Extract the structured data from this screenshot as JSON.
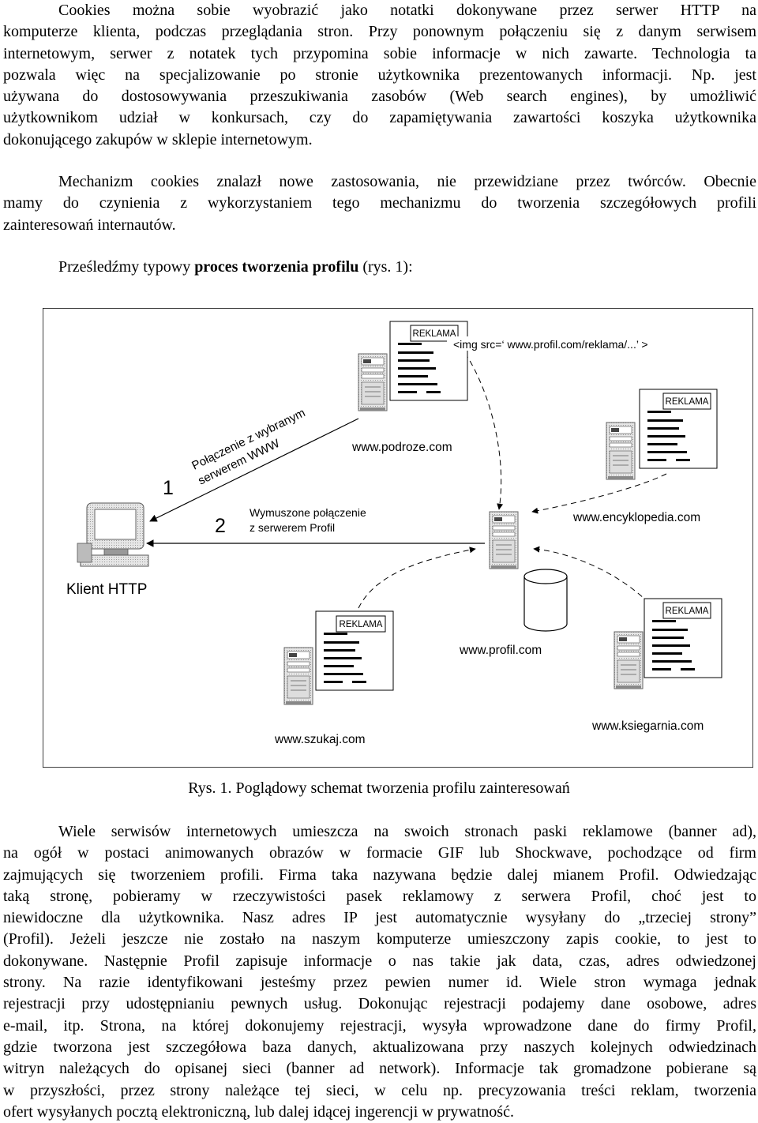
{
  "paragraph1": [
    "Cookies można sobie wyobrazić jako notatki dokonywane przez serwer HTTP na",
    "komputerze klienta, podczas przeglądania stron. Przy ponownym połączeniu się z danym serwisem",
    "internetowym, serwer z notatek tych przypomina sobie informacje w nich zawarte. Technologia ta",
    "pozwala więc na specjalizowanie po stronie użytkownika prezentowanych informacji. Np. jest",
    "używana do dostosowywania przeszukiwania zasobów (Web search engines), by umożliwić",
    "użytkownikom udział w konkursach, czy do zapamiętywania zawartości koszyka użytkownika",
    "dokonującego zakupów w sklepie internetowym."
  ],
  "paragraph2": [
    "Mechanizm cookies znalazł nowe zastosowania, nie przewidziane przez twórców. Obecnie",
    "mamy do czynienia z wykorzystaniem tego mechanizmu do tworzenia szczegółowych profili",
    "zainteresowań internautów."
  ],
  "lead": {
    "before": "Prześledźmy typowy ",
    "bold": "proces tworzenia profilu",
    "after": " (rys. 1):"
  },
  "figure": {
    "banner_label": "REKLAMA",
    "img_tag": "<img src=‘ www.profil.com/reklama/...’ >",
    "sites": {
      "podroze": "www.podroze.com",
      "encyklopedia": "www.encyklopedia.com",
      "profil": "www.profil.com",
      "szukaj": "www.szukaj.com",
      "ksiegarnia": "www.ksiegarnia.com"
    },
    "client_label": "Klient HTTP",
    "step1_number": "1",
    "step1_text_line1": "Połączenie z wybranym",
    "step1_text_line2": "serwerem WWW",
    "step2_number": "2",
    "step2_text_line1": "Wymuszone połączenie",
    "step2_text_line2": "z serwerem Profil"
  },
  "caption": "Rys. 1. Poglądowy schemat tworzenia profilu zainteresowań",
  "paragraph3": [
    "Wiele serwisów internetowych umieszcza na swoich stronach paski reklamowe (banner ad),",
    "na ogół w postaci animowanych obrazów w formacie GIF lub Shockwave, pochodzące od firm",
    "zajmujących się tworzeniem profili. Firma taka nazywana będzie dalej mianem Profil. Odwiedzając",
    "taką stronę, pobieramy w rzeczywistości pasek reklamowy z serwera Profil, choć jest to",
    "niewidoczne dla użytkownika. Nasz adres IP jest automatycznie wysyłany do „trzeciej strony”",
    "(Profil). Jeżeli jeszcze nie zostało na naszym komputerze umieszczony zapis cookie, to jest to",
    "dokonywane. Następnie Profil zapisuje informacje o nas takie jak data, czas, adres odwiedzonej",
    "strony. Na razie identyfikowani jesteśmy przez pewien numer id. Wiele stron wymaga jednak",
    "rejestracji przy udostępnianiu pewnych usług. Dokonując rejestracji podajemy dane osobowe, adres",
    "e-mail, itp. Strona, na której dokonujemy rejestracji, wysyła wprowadzone dane do firmy Profil,",
    "gdzie tworzona jest szczegółowa baza danych, aktualizowana przy naszych kolejnych odwiedzinach",
    "witryn należących do opisanej sieci (banner ad network). Informacje tak gromadzone pobierane są",
    "w przyszłości, przez strony należące tej sieci, w celu np. precyzowania treści reklam, tworzenia",
    "ofert wysyłanych pocztą elektroniczną, lub dalej idącej ingerencji w prywatność."
  ]
}
